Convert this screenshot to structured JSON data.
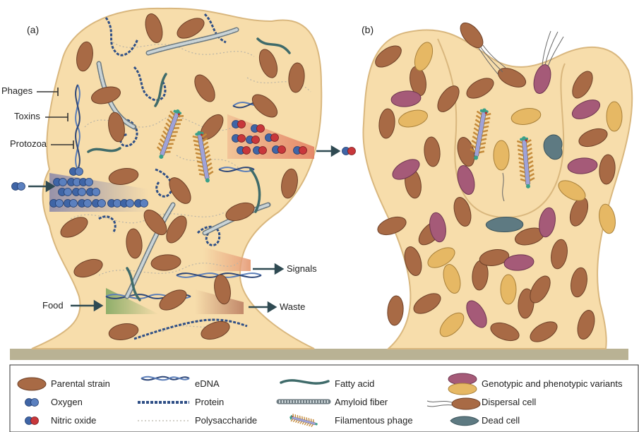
{
  "panels": {
    "a": "(a)",
    "b": "(b)"
  },
  "inhibitors": [
    "Phages",
    "Toxins",
    "Protozoa"
  ],
  "gradients": {
    "food": "Food",
    "signals": "Signals",
    "waste": "Waste"
  },
  "legend": {
    "parental_strain": "Parental strain",
    "oxygen": "Oxygen",
    "nitric_oxide": "Nitric oxide",
    "edna": "eDNA",
    "protein": "Protein",
    "polysaccharide": "Polysaccharide",
    "fatty_acid": "Fatty acid",
    "amyloid_fiber": "Amyloid fiber",
    "filamentous_phage": "Filamentous phage",
    "variants": "Genotypic and phenotypic variants",
    "dispersal_cell": "Dispersal cell",
    "dead_cell": "Dead cell"
  },
  "colors": {
    "biofilm": "#f7ddab",
    "biofilm_edge": "#d9b77e",
    "parental_cell": "#a86a45",
    "variant_purple": "#a55a78",
    "variant_yellow": "#e6b864",
    "oxygen": "#3f65a6",
    "nitric_red": "#c8373b",
    "substratum": "#b9b294",
    "food_gradient": "#8fae6a",
    "signals_gradient": "#e7a07a",
    "waste_gradient": "#c2896a",
    "dead_cell": "#5e7a82"
  }
}
